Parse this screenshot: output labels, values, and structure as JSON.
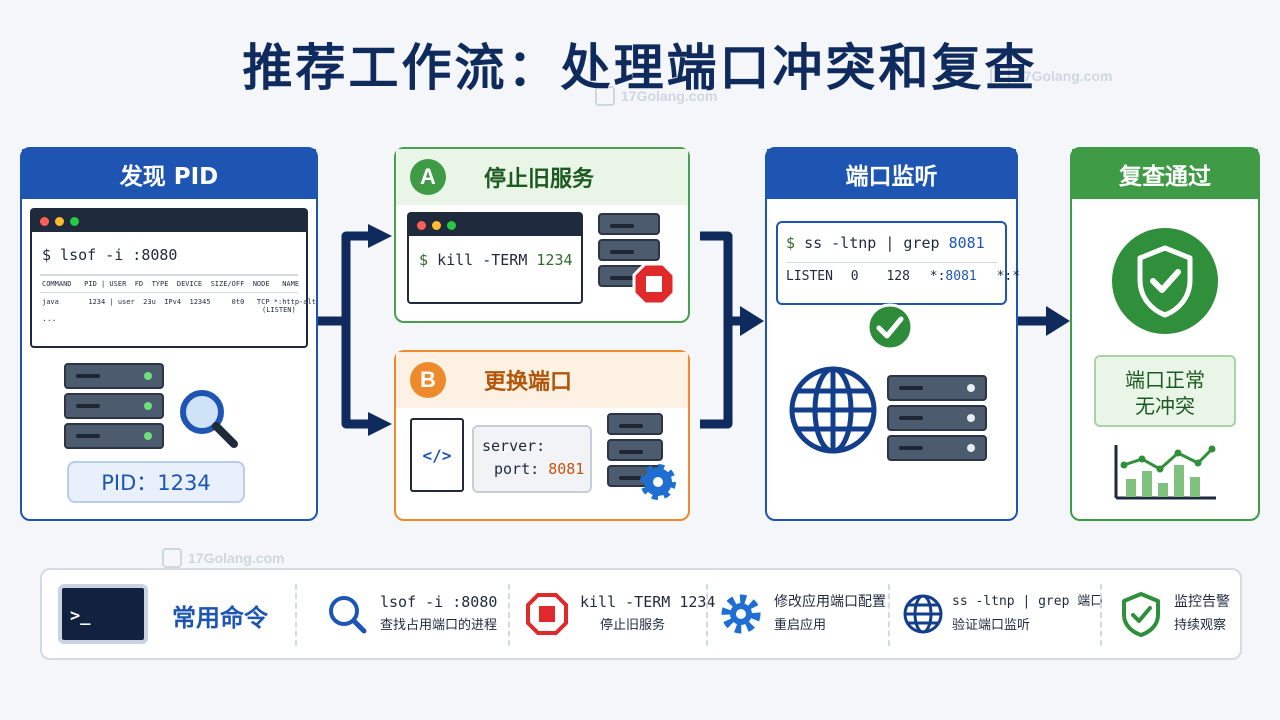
{
  "title": "推荐工作流：处理端口冲突和复查",
  "watermark": "17Golang.com",
  "step1": {
    "header": "发现 PID",
    "command": "$ lsof -i :8080",
    "table_header": "COMMAND   PID | USER  FD  TYPE  DEVICE  SIZE/OFF  NODE   NAME",
    "table_row": "java       1234 | user  23u  IPv4  12345     0t0   TCP *:http-alt",
    "table_row_tail": "(LISTEN)",
    "ellipsis": "...",
    "pid_label": "PID：1234"
  },
  "stepA": {
    "badge": "A",
    "header": "停止旧服务",
    "prompt": "$",
    "command": "kill -TERM",
    "pid": "1234"
  },
  "stepB": {
    "badge": "B",
    "header": "更换端口",
    "code_icon": "</>",
    "config_key1": "server:",
    "config_key2": "port:",
    "config_value": "8081"
  },
  "step3": {
    "header": "端口监听",
    "prompt": "$",
    "command": "ss -ltnp | grep",
    "port": "8081",
    "out_state": "LISTEN",
    "out_recvq": "0",
    "out_sendq": "128",
    "out_local_prefix": "*:",
    "out_local_port": "8081",
    "out_peer": "*:*"
  },
  "step4": {
    "header": "复查通过",
    "status_line1": "端口正常",
    "status_line2": "无冲突"
  },
  "legend": {
    "title": "常用命令",
    "items": [
      {
        "icon": "search-icon",
        "line1": "lsof -i :8080",
        "line2": "查找占用端口的进程"
      },
      {
        "icon": "stop-icon",
        "line1": "kill -TERM 1234",
        "line2": "停止旧服务"
      },
      {
        "icon": "gear-icon",
        "line1": "修改应用端口配置",
        "line2": "重启应用"
      },
      {
        "icon": "globe-icon",
        "line1": "ss -ltnp | grep 端口",
        "line2": "验证端口监听"
      },
      {
        "icon": "shield-check-icon",
        "line1": "监控告警",
        "line2": "持续观察"
      }
    ]
  },
  "colors": {
    "blue": "#1e55b3",
    "green": "#3f9b46",
    "orange": "#ef8a2c",
    "red": "#e02a2a",
    "navy": "#0f2a5c"
  }
}
